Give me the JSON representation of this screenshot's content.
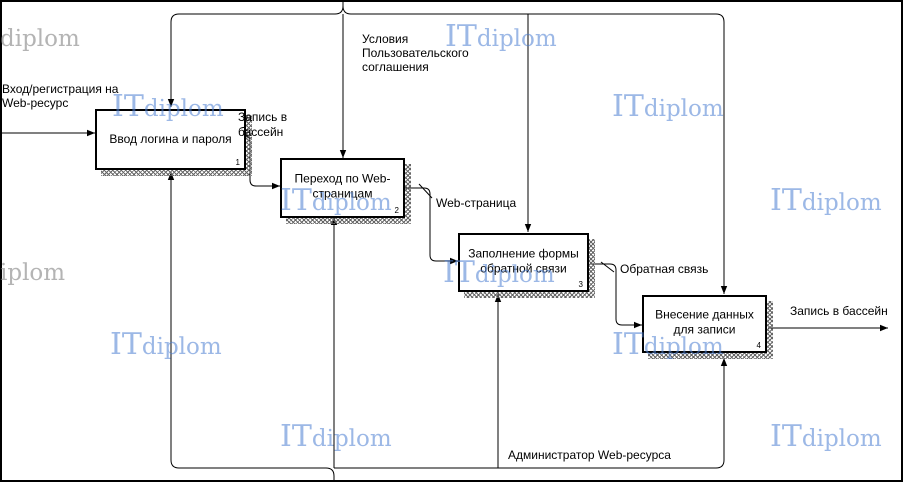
{
  "diagram": {
    "blocks": [
      {
        "title": "Ввод логина и пароля",
        "number": "1"
      },
      {
        "title": "Переход по Web-страницам",
        "number": "2"
      },
      {
        "title": "Заполнение формы обратной связи",
        "number": "3"
      },
      {
        "title": "Внесение данных для записи",
        "number": "4"
      }
    ],
    "arrows": {
      "input_login": "Вход/регистрация на Web-ресурс",
      "record_pool": "Запись в бассейн",
      "web_page": "Web-страница",
      "feedback": "Обратная связь",
      "output_record": "Запись в бассейн",
      "user_agreement": "Условия Пользовательского соглашения",
      "admin": "Администратор Web-ресурса"
    }
  },
  "watermark": {
    "it": "IT",
    "diplom": "diplom",
    "partial": "diplom",
    "partial2": "iplom"
  }
}
